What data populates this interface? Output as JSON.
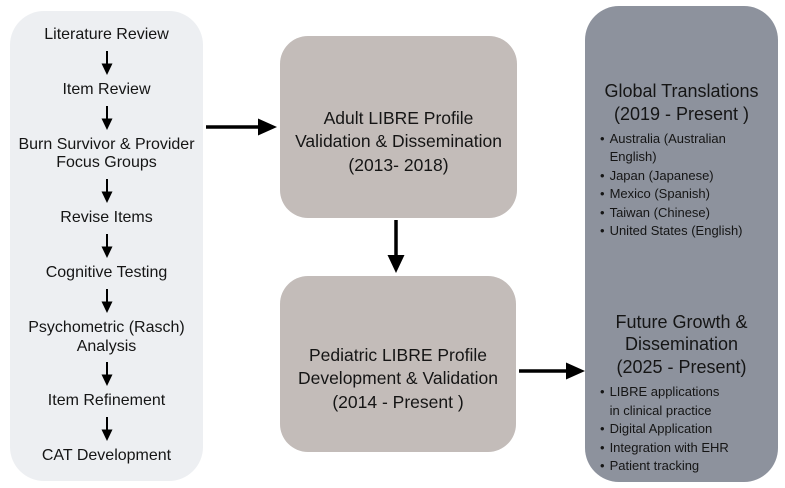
{
  "left_panel": {
    "steps": [
      "Literature Review",
      "Item Review",
      "Burn Survivor & Provider Focus Groups",
      "Revise Items",
      "Cognitive Testing",
      "Psychometric (Rasch) Analysis",
      "Item Refinement",
      "CAT Development"
    ]
  },
  "middle": {
    "adult_box": {
      "lines": [
        "Adult LIBRE Profile",
        "Validation & Dissemination",
        "(2013- 2018)"
      ]
    },
    "pediatric_box": {
      "lines": [
        "Pediatric LIBRE Profile",
        "Development & Validation",
        "(2014 - Present )"
      ]
    }
  },
  "right_panel": {
    "sections": [
      {
        "title_lines": [
          "Global Translations",
          "(2019 - Present )"
        ],
        "bullets": [
          "Australia (Australian English)",
          "Japan (Japanese)",
          "Mexico (Spanish)",
          "Taiwan (Chinese)",
          "United States (English)"
        ]
      },
      {
        "title_lines": [
          "Future Growth &",
          "Dissemination",
          "(2025 - Present)"
        ],
        "bullets": [
          "LIBRE applications\nin clinical practice",
          "Digital Application",
          "Integration with EHR",
          "Patient tracking"
        ]
      }
    ]
  },
  "icons": {
    "bullet": "•"
  },
  "colors": {
    "left_panel_bg": "#edeff2",
    "middle_box_bg": "#c3bcb9",
    "right_panel_bg": "#8d929d",
    "arrow": "#000000",
    "text": "#151515"
  }
}
